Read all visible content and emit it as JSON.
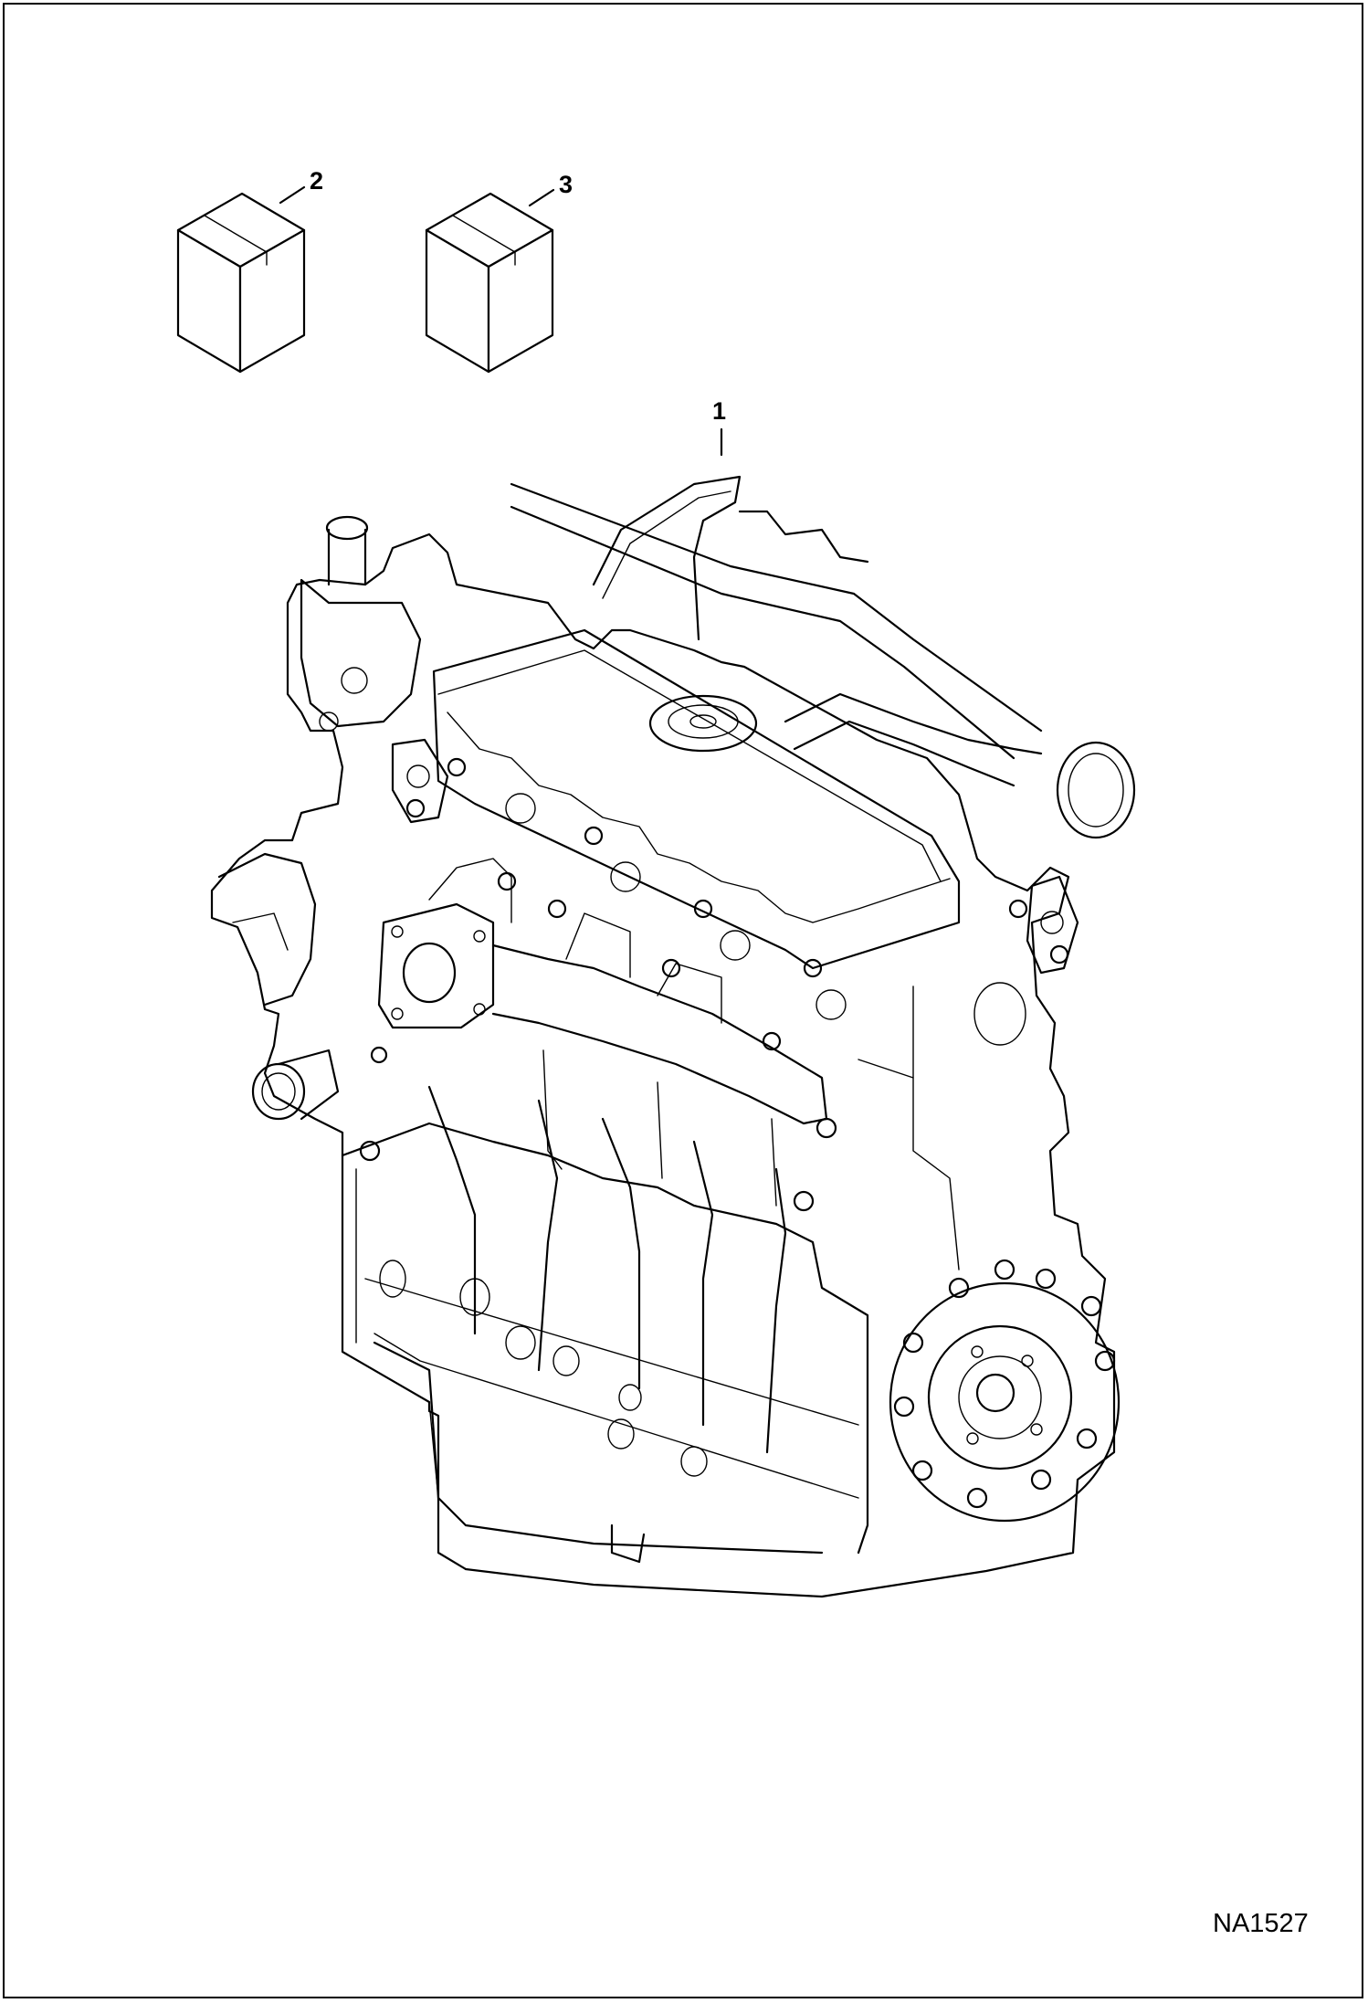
{
  "callouts": [
    {
      "id": "1",
      "label": "1"
    },
    {
      "id": "2",
      "label": "2"
    },
    {
      "id": "3",
      "label": "3"
    }
  ],
  "drawing_code": "NA1527",
  "colors": {
    "line": "#000000",
    "background": "#ffffff"
  }
}
